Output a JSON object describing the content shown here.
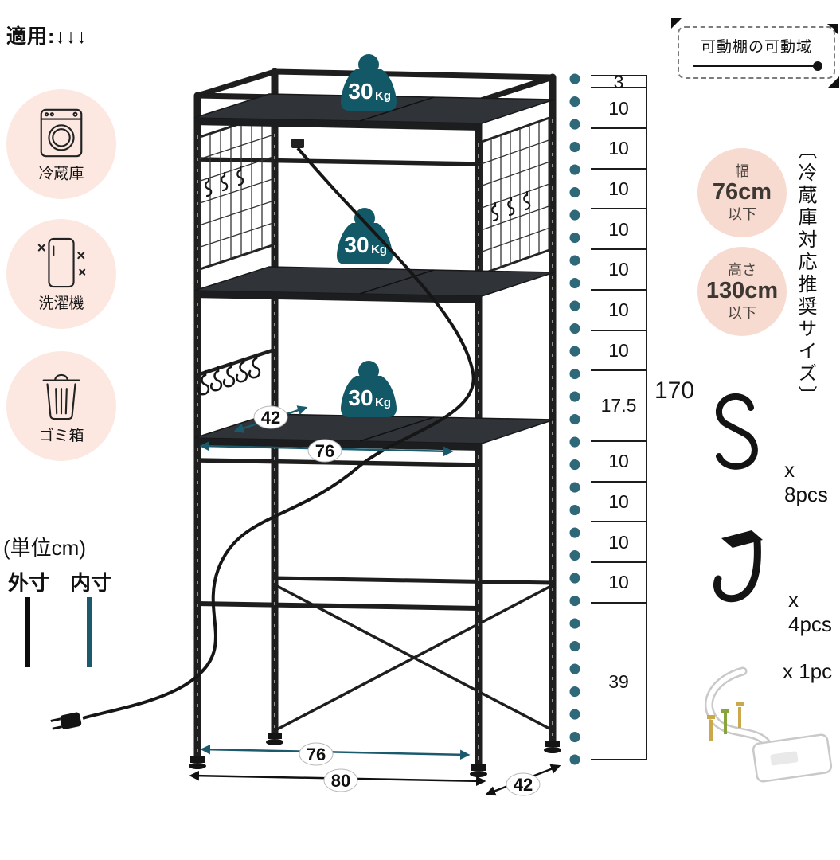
{
  "page": {
    "accent_teal": "#1a5a6c",
    "accent_pink": "#f8dbd0",
    "circle_pink": "#fce8e1"
  },
  "top_left": {
    "applicable": "適用:↓↓↓"
  },
  "applicable_items": [
    {
      "label": "冷蔵庫"
    },
    {
      "label": "洗濯機"
    },
    {
      "label": "ゴミ箱"
    }
  ],
  "legend": {
    "unit": "(単位cm)",
    "outer": "外寸",
    "inner": "内寸"
  },
  "rack": {
    "load_value": "30",
    "load_unit": "Kg",
    "dims": {
      "shelf_depth": "42",
      "shelf_width": "76",
      "bottom_inner_width": "76",
      "outer_width": "80",
      "outer_depth": "42"
    }
  },
  "measure": {
    "segments": [
      "3",
      "10",
      "10",
      "10",
      "10",
      "10",
      "10",
      "10",
      "17.5",
      "10",
      "10",
      "10",
      "10",
      "39"
    ],
    "total": "170"
  },
  "movable": {
    "title": "可動棚の可動域"
  },
  "recommend": {
    "width": {
      "top": "幅",
      "mid": "76cm",
      "bottom": "以下"
    },
    "height": {
      "top": "高さ",
      "mid": "130cm",
      "bottom": "以下"
    },
    "note": "〔冷蔵庫対応推奨サイズ〕"
  },
  "accessories": {
    "s_hook": "x 8pcs",
    "j_hook": "x 4pcs",
    "strap": "x 1pc"
  }
}
